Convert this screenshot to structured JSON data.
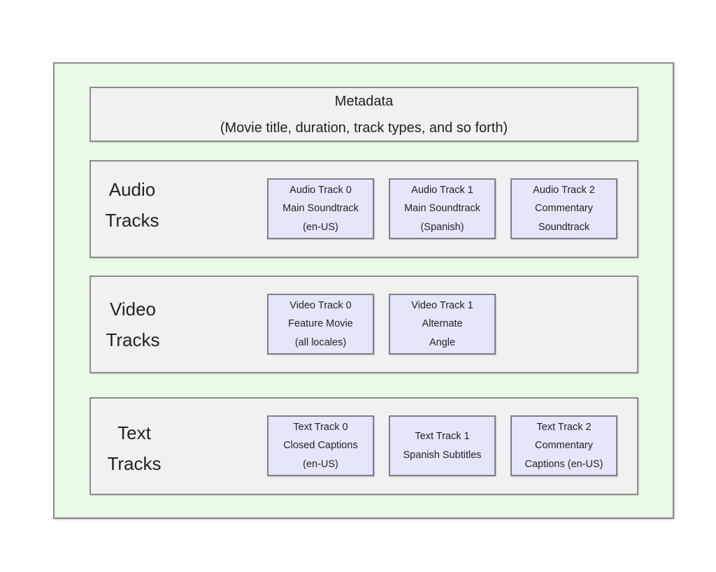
{
  "metadata": {
    "title": "Metadata",
    "description": "(Movie title, duration, track types, and so forth)"
  },
  "rows": {
    "audio": {
      "label_line1": "Audio",
      "label_line2": "Tracks",
      "tracks": [
        {
          "lines": [
            "Audio Track 0",
            "Main Soundtrack",
            "(en-US)"
          ]
        },
        {
          "lines": [
            "Audio Track 1",
            "Main Soundtrack",
            "(Spanish)"
          ]
        },
        {
          "lines": [
            "Audio Track 2",
            "Commentary",
            "Soundtrack"
          ]
        }
      ]
    },
    "video": {
      "label_line1": "Video",
      "label_line2": "Tracks",
      "tracks": [
        {
          "lines": [
            "Video Track 0",
            "Feature Movie",
            "(all locales)"
          ]
        },
        {
          "lines": [
            "Video Track 1",
            "Alternate",
            "Angle"
          ]
        }
      ]
    },
    "text": {
      "label_line1": "Text",
      "label_line2": "Tracks",
      "tracks": [
        {
          "lines": [
            "Text Track  0",
            "Closed Captions",
            "(en-US)"
          ]
        },
        {
          "lines": [
            "Text Track  1",
            "Spanish Subtitles"
          ]
        },
        {
          "lines": [
            "Text Track  2",
            "Commentary",
            "Captions (en-US)"
          ]
        }
      ]
    }
  },
  "colors": {
    "container_fill": "#e9fbe6",
    "panel_fill": "#f1f1f1",
    "track_fill": "#e6e6fb",
    "border": "#8c8c8c"
  }
}
